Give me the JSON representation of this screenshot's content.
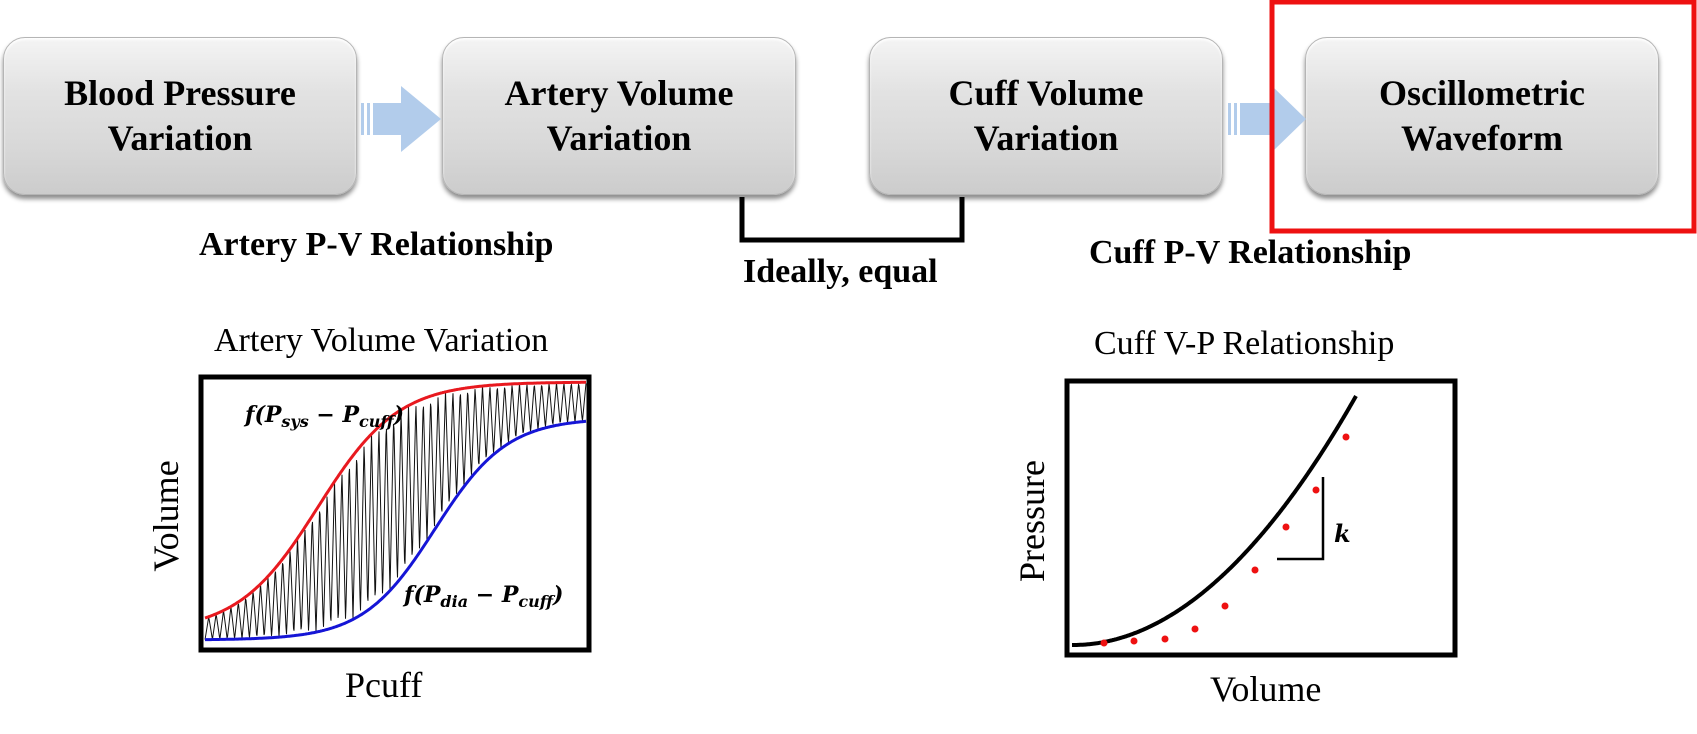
{
  "flow": {
    "box1": {
      "line1": "Blood Pressure",
      "line2": "Variation"
    },
    "box2": {
      "line1": "Artery Volume",
      "line2": "Variation"
    },
    "box3": {
      "line1": "Cuff Volume",
      "line2": "Variation"
    },
    "box4": {
      "line1": "Oscillometric",
      "line2": "Waveform"
    }
  },
  "labels": {
    "artery_pv": "Artery P-V Relationship",
    "ideally_equal": "Ideally, equal",
    "cuff_pv": "Cuff P-V Relationship"
  },
  "artery_chart": {
    "title": "Artery Volume Variation",
    "xlabel": "Pcuff",
    "ylabel": "Volume",
    "upper": {
      "f": "f(P",
      "sub1": "sys",
      "minus": " − P",
      "sub2": "cuff",
      "close": ")"
    },
    "lower": {
      "f": "f(P",
      "sub1": "dia",
      "minus": " − P",
      "sub2": "cuff",
      "close": ")"
    }
  },
  "cuff_chart": {
    "title": "Cuff V-P Relationship",
    "xlabel": "Volume",
    "ylabel": "Pressure",
    "slope_label": "k"
  },
  "colors": {
    "upper_curve": "#e8191f",
    "lower_curve": "#1515d6",
    "highlight": "#ee1111",
    "arrow": "#b2cceb",
    "points": "#ee1111"
  }
}
